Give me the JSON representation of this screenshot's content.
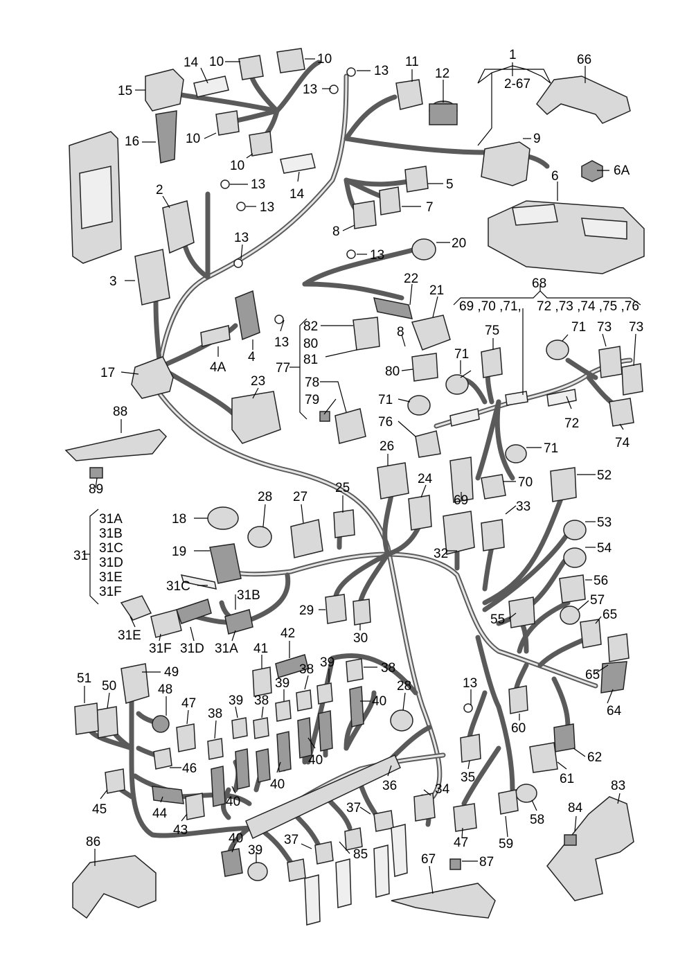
{
  "labels": [
    {
      "id": "1",
      "text": "1"
    },
    {
      "id": "2-67",
      "text": "2-67"
    },
    {
      "id": "66",
      "text": "66"
    },
    {
      "id": "14a",
      "text": "14"
    },
    {
      "id": "10a",
      "text": "10"
    },
    {
      "id": "10b",
      "text": "10"
    },
    {
      "id": "13a",
      "text": "13"
    },
    {
      "id": "11",
      "text": "11"
    },
    {
      "id": "12",
      "text": "12"
    },
    {
      "id": "15",
      "text": "15"
    },
    {
      "id": "13b",
      "text": "13"
    },
    {
      "id": "16",
      "text": "16"
    },
    {
      "id": "10c",
      "text": "10"
    },
    {
      "id": "10d",
      "text": "10"
    },
    {
      "id": "9",
      "text": "9"
    },
    {
      "id": "6A",
      "text": "6A"
    },
    {
      "id": "6",
      "text": "6"
    },
    {
      "id": "13c",
      "text": "13"
    },
    {
      "id": "14b",
      "text": "14"
    },
    {
      "id": "5",
      "text": "5"
    },
    {
      "id": "2",
      "text": "2"
    },
    {
      "id": "13d",
      "text": "13"
    },
    {
      "id": "7",
      "text": "7"
    },
    {
      "id": "8a",
      "text": "8"
    },
    {
      "id": "13e",
      "text": "13"
    },
    {
      "id": "20",
      "text": "20"
    },
    {
      "id": "13f",
      "text": "13"
    },
    {
      "id": "3",
      "text": "3"
    },
    {
      "id": "22",
      "text": "22"
    },
    {
      "id": "21",
      "text": "21"
    },
    {
      "id": "68",
      "text": "68"
    },
    {
      "id": "69-71",
      "text": "69 ,70 ,71,"
    },
    {
      "id": "72-76",
      "text": "72 ,73 ,74 ,75 ,76"
    },
    {
      "id": "82",
      "text": "82"
    },
    {
      "id": "8b",
      "text": "8"
    },
    {
      "id": "13g",
      "text": "13"
    },
    {
      "id": "80a",
      "text": "80"
    },
    {
      "id": "81",
      "text": "81"
    },
    {
      "id": "77",
      "text": "77"
    },
    {
      "id": "4A",
      "text": "4A"
    },
    {
      "id": "4",
      "text": "4"
    },
    {
      "id": "75",
      "text": "75"
    },
    {
      "id": "71a",
      "text": "71"
    },
    {
      "id": "73a",
      "text": "73"
    },
    {
      "id": "73b",
      "text": "73"
    },
    {
      "id": "80b",
      "text": "80"
    },
    {
      "id": "71b",
      "text": "71"
    },
    {
      "id": "17",
      "text": "17"
    },
    {
      "id": "23",
      "text": "23"
    },
    {
      "id": "78",
      "text": "78"
    },
    {
      "id": "71c",
      "text": "71"
    },
    {
      "id": "79",
      "text": "79"
    },
    {
      "id": "76",
      "text": "76"
    },
    {
      "id": "72",
      "text": "72"
    },
    {
      "id": "74",
      "text": "74"
    },
    {
      "id": "88",
      "text": "88"
    },
    {
      "id": "26",
      "text": "26"
    },
    {
      "id": "71d",
      "text": "71"
    },
    {
      "id": "89",
      "text": "89"
    },
    {
      "id": "52",
      "text": "52"
    },
    {
      "id": "24",
      "text": "24"
    },
    {
      "id": "70",
      "text": "70"
    },
    {
      "id": "69",
      "text": "69"
    },
    {
      "id": "28a",
      "text": "28"
    },
    {
      "id": "27",
      "text": "27"
    },
    {
      "id": "25",
      "text": "25"
    },
    {
      "id": "33",
      "text": "33"
    },
    {
      "id": "31A",
      "text": "31A"
    },
    {
      "id": "18",
      "text": "18"
    },
    {
      "id": "53",
      "text": "53"
    },
    {
      "id": "31B",
      "text": "31B"
    },
    {
      "id": "31C",
      "text": "31C"
    },
    {
      "id": "31",
      "text": "31"
    },
    {
      "id": "31D",
      "text": "31D"
    },
    {
      "id": "19",
      "text": "19"
    },
    {
      "id": "32",
      "text": "32"
    },
    {
      "id": "54",
      "text": "54"
    },
    {
      "id": "31E",
      "text": "31E"
    },
    {
      "id": "31F",
      "text": "31F"
    },
    {
      "id": "56",
      "text": "56"
    },
    {
      "id": "31Cb",
      "text": "31C"
    },
    {
      "id": "31Bb",
      "text": "31B"
    },
    {
      "id": "57",
      "text": "57"
    },
    {
      "id": "29",
      "text": "29"
    },
    {
      "id": "55",
      "text": "55"
    },
    {
      "id": "65a",
      "text": "65"
    },
    {
      "id": "31Eb",
      "text": "31E"
    },
    {
      "id": "31Fb",
      "text": "31F"
    },
    {
      "id": "31Db",
      "text": "31D"
    },
    {
      "id": "31Ab",
      "text": "31A"
    },
    {
      "id": "30",
      "text": "30"
    },
    {
      "id": "42",
      "text": "42"
    },
    {
      "id": "41",
      "text": "41"
    },
    {
      "id": "65b",
      "text": "65"
    },
    {
      "id": "49",
      "text": "49"
    },
    {
      "id": "39a",
      "text": "39"
    },
    {
      "id": "38a",
      "text": "38"
    },
    {
      "id": "38b",
      "text": "38"
    },
    {
      "id": "51",
      "text": "51"
    },
    {
      "id": "50",
      "text": "50"
    },
    {
      "id": "48",
      "text": "48"
    },
    {
      "id": "13h",
      "text": "13"
    },
    {
      "id": "28b",
      "text": "28"
    },
    {
      "id": "47a",
      "text": "47"
    },
    {
      "id": "39b",
      "text": "39"
    },
    {
      "id": "38c",
      "text": "38"
    },
    {
      "id": "40a",
      "text": "40"
    },
    {
      "id": "39c",
      "text": "39"
    },
    {
      "id": "38d",
      "text": "38"
    },
    {
      "id": "64",
      "text": "64"
    },
    {
      "id": "60",
      "text": "60"
    },
    {
      "id": "62",
      "text": "62"
    },
    {
      "id": "40b",
      "text": "40"
    },
    {
      "id": "46",
      "text": "46"
    },
    {
      "id": "35",
      "text": "35"
    },
    {
      "id": "61",
      "text": "61"
    },
    {
      "id": "40c",
      "text": "40"
    },
    {
      "id": "36",
      "text": "36"
    },
    {
      "id": "83",
      "text": "83"
    },
    {
      "id": "45",
      "text": "45"
    },
    {
      "id": "34",
      "text": "34"
    },
    {
      "id": "44",
      "text": "44"
    },
    {
      "id": "40d",
      "text": "40"
    },
    {
      "id": "37a",
      "text": "37"
    },
    {
      "id": "84",
      "text": "84"
    },
    {
      "id": "58",
      "text": "58"
    },
    {
      "id": "43",
      "text": "43"
    },
    {
      "id": "47b",
      "text": "47"
    },
    {
      "id": "59",
      "text": "59"
    },
    {
      "id": "86",
      "text": "86"
    },
    {
      "id": "40e",
      "text": "40"
    },
    {
      "id": "37b",
      "text": "37"
    },
    {
      "id": "39d",
      "text": "39"
    },
    {
      "id": "85",
      "text": "85"
    },
    {
      "id": "67",
      "text": "67"
    },
    {
      "id": "87",
      "text": "87"
    }
  ]
}
